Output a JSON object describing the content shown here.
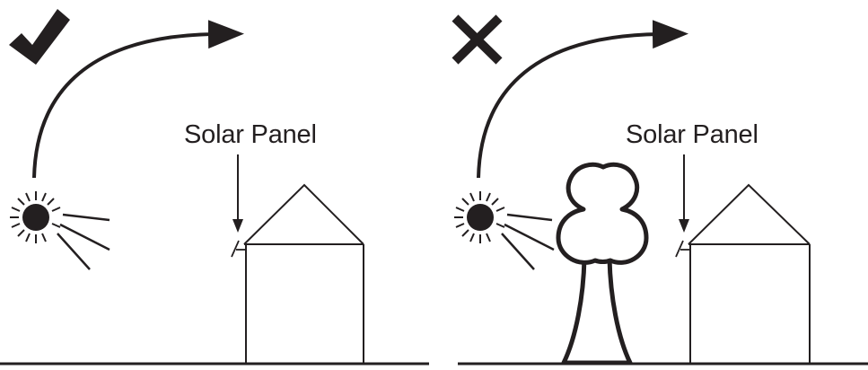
{
  "colors": {
    "ink": "#231f20",
    "background": "#ffffff"
  },
  "panels": [
    {
      "verdict": "correct",
      "verdict_icon": "checkmark-icon",
      "label": "Solar Panel",
      "has_tree": false
    },
    {
      "verdict": "incorrect",
      "verdict_icon": "cross-icon",
      "label": "Solar Panel",
      "has_tree": true
    }
  ]
}
